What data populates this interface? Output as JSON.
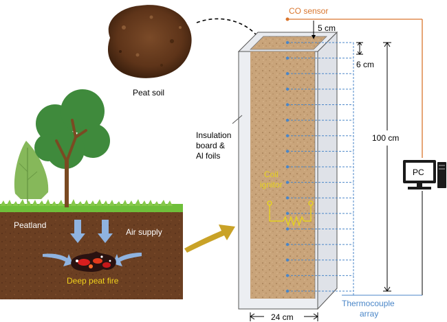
{
  "labels": {
    "co_sensor": "CO sensor",
    "five_cm": "5 cm",
    "six_cm": "6 cm",
    "peat_soil": "Peat soil",
    "insulation_line1": "Insulation",
    "insulation_line2": "board &",
    "insulation_line3": "Al foils",
    "height": "100 cm",
    "pc": "PC",
    "coil_line1": "Coil",
    "coil_line2": "ignitor",
    "peatland": "Peatland",
    "air_supply": "Air supply",
    "deep_peat_fire": "Deep peat fire",
    "thermocouple_line1": "Thermocouple",
    "thermocouple_line2": "array",
    "width": "24 cm"
  },
  "colors": {
    "co_sensor_line": "#d9752d",
    "thermocouple": "#4a86c8",
    "peat_fill": "#c9a47a",
    "soil": "#6b3f22",
    "fire_label": "#f2d21c",
    "coil": "#e6d21e",
    "gold_arrow": "#c9a227",
    "air_arrow": "#8fb3e0",
    "grass": "#6fbf3a",
    "tree_dark": "#3f8a3c",
    "tree_light": "#86b85a"
  },
  "icons": [
    "peat-soil-pile",
    "tree-icon",
    "computer-icon",
    "fire-icon",
    "coil-icon"
  ]
}
